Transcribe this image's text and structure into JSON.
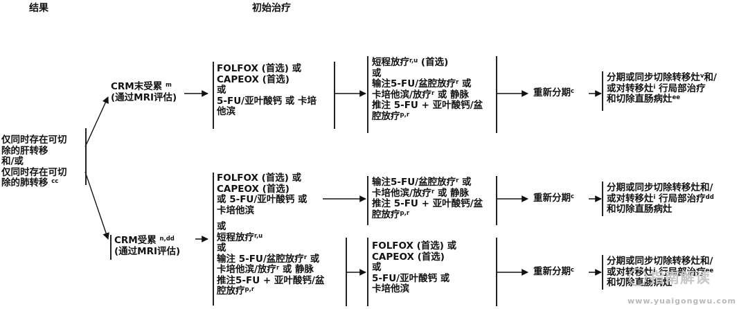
{
  "headers": {
    "outcome": "结果",
    "initial": "初始治疗"
  },
  "root": {
    "lines": [
      "仅同时存在可切",
      "除的肝转移",
      "和/或",
      "仅同时存在可切"
    ],
    "last_prefix": "除的肺转移 ",
    "last_sup": "cc"
  },
  "crm_neg": {
    "l1": "CRM末受累 ",
    "l1_sup": "m",
    "l2": "(通过MRI评估)"
  },
  "crm_pos": {
    "l1": "CRM受累 ",
    "l1_sup": "n,dd",
    "l2": "(通过MRI评估)"
  },
  "top_chemo": {
    "lines": [
      "FOLFOX (首选) 或",
      "CAPEOX (首选)",
      "或",
      "5-FU/亚叶酸钙 或 卡培",
      "他滨"
    ]
  },
  "top_rt": {
    "l1": "短程放疗",
    "l1_sup": "r,u",
    "l1_tail": " (首选)",
    "l2": "或",
    "l3": "输注5-FU/盆腔放疗",
    "l3_sup": "r",
    "l3_tail": " 或",
    "l4": "卡培他滨/放疗",
    "l4_sup": "r",
    "l4_tail": " 或 静脉",
    "l5": "推注 5-FU + 亚叶酸钙/盆",
    "l6": "腔放疗",
    "l6_sup": "p,r"
  },
  "restage": {
    "label": "重新分期",
    "sup": "c"
  },
  "top_outcome": {
    "l1": "分期或同步切除转移灶",
    "l1_sup": "v",
    "l1_tail": "和/",
    "l2": "或对转移灶",
    "l2_sup": "i",
    "l2_tail": " 行局部治疗",
    "l3": "和切除直肠病灶",
    "l3_sup": "ee"
  },
  "mid_chemo": {
    "lines": [
      "FOLFOX (首选) 或",
      "CAPEOX (首选)",
      "或 5-FU/亚叶酸钙 或",
      "卡培他滨"
    ]
  },
  "mid_rt": {
    "l1": "输注5-FU/盆腔放疗",
    "l1_sup": "r",
    "l1_tail": " 或",
    "l2": "卡培他滨/放疗",
    "l2_sup": "r",
    "l2_tail": " 或 静脉",
    "l3": "推注 5-FU + 亚叶酸钙/盆",
    "l4": "腔放疗",
    "l4_sup": "p,r"
  },
  "mid_outcome": {
    "l1": "分期或同步切除转移灶和/",
    "l2": "或对转移灶",
    "l2_sup": "i",
    "l2_tail": " 行局部治疗",
    "l2_sup2": "dd",
    "l3": "和切除直肠病灶"
  },
  "low_first": {
    "l1": "或",
    "l2": "短程放疗",
    "l2_sup": "r,u",
    "l3": "或",
    "l4": "输注 5-FU/盆腔放疗",
    "l4_sup": "r",
    "l4_tail": " 或",
    "l5": "卡培他滨/放疗",
    "l5_sup": "r",
    "l5_tail": " 或 静脉",
    "l6": "推注5-FU + 亚叶酸钙/盆",
    "l7": "腔放疗",
    "l7_sup": "p,r"
  },
  "low_chemo": {
    "lines": [
      "FOLFOX (首选) 或",
      "CAPEOX (首选)",
      "或",
      "5-FU/亚叶酸钙 或",
      "卡培他滨"
    ]
  },
  "low_outcome": {
    "l1": "分期或同步切除转移灶和/",
    "l2": "或对转移灶",
    "l2_sup": "i",
    "l2_tail": " 行局部治疗",
    "l2_sup2": "ee",
    "l3": "和切除直肠病灶"
  },
  "watermark": {
    "logo": "指南解读",
    "url": "www.yuaigongwu.com"
  }
}
